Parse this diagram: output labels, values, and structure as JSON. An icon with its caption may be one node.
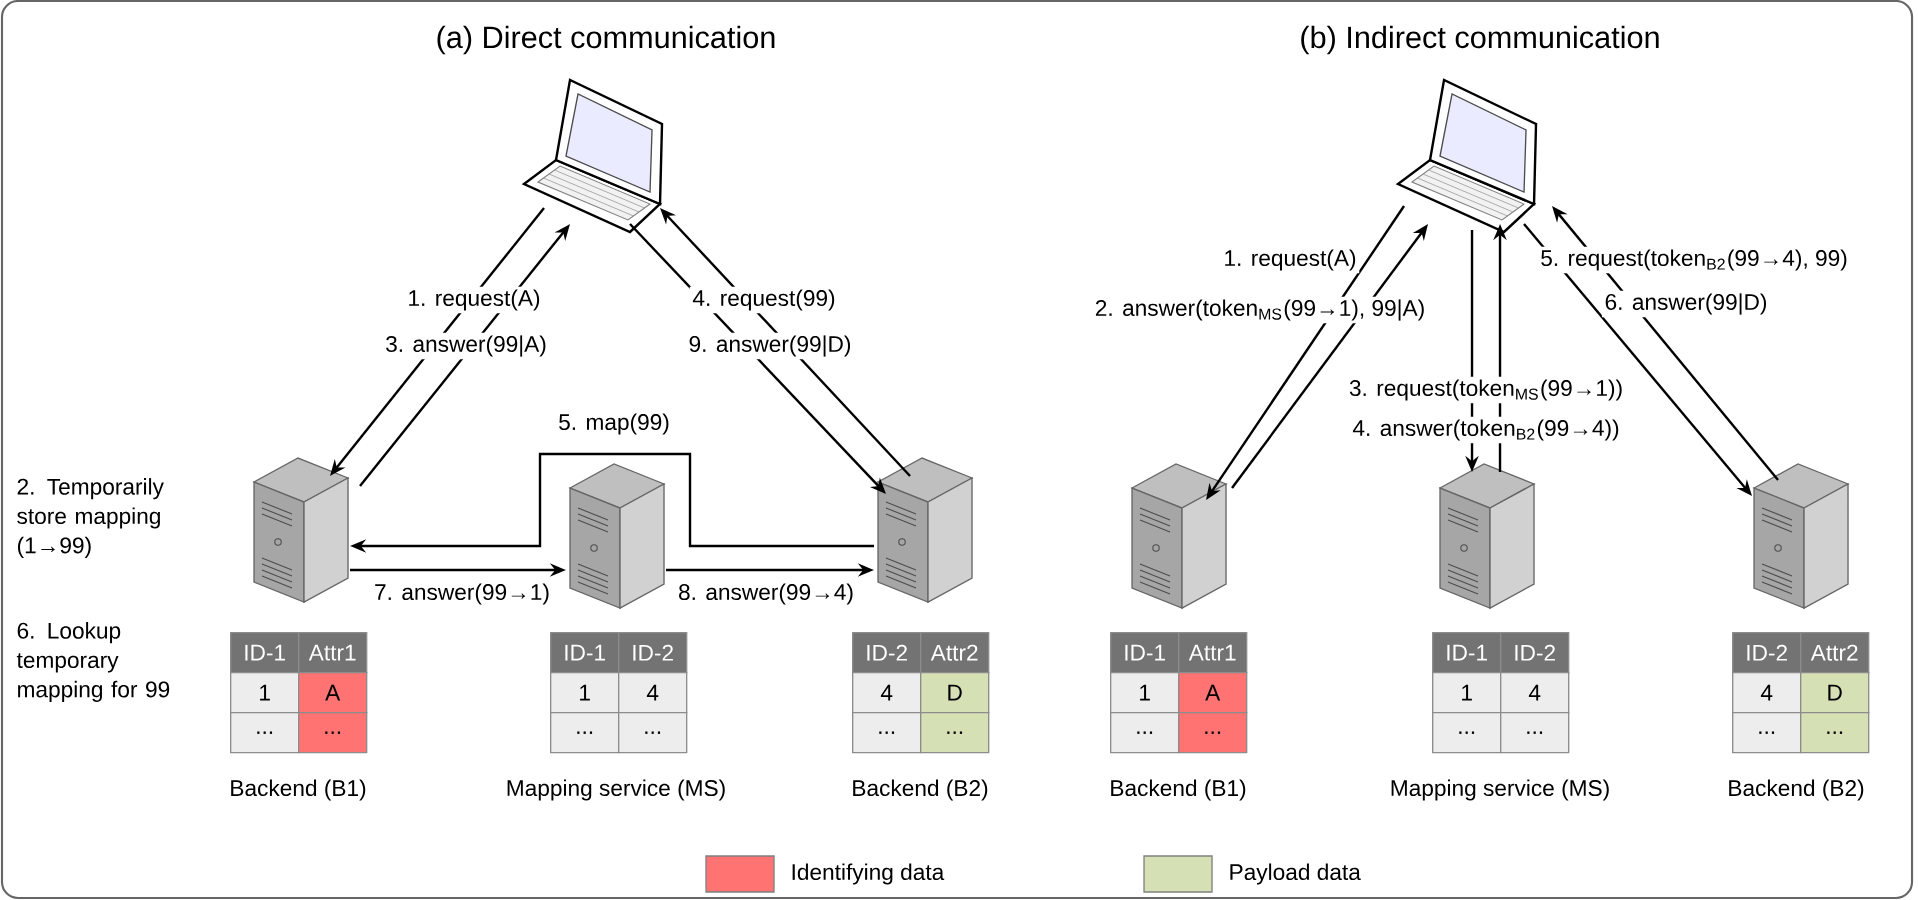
{
  "diagram": {
    "nodes": [
      {
        "text": [],
        "shape": "picture"
      },
      {
        "text": [],
        "shape": "picture"
      },
      {
        "text": [],
        "shape": "picture"
      },
      {
        "text": [],
        "shape": "picture"
      },
      {
        "text": [],
        "shape": "picture"
      },
      {
        "text": [],
        "shape": "picture"
      },
      {
        "text": [],
        "shape": "picture"
      },
      {
        "text": [],
        "shape": "picture"
      }
    ],
    "edges": [
      {
        "from": 0,
        "to": 1,
        "arrow": "to",
        "label": "1. request(A)"
      },
      {
        "from": 1,
        "to": 0,
        "arrow": "to",
        "label": "3. answer(99|A)"
      },
      {
        "from": 0,
        "to": 3,
        "arrow": "to",
        "label": "4. request(99)"
      },
      {
        "from": 3,
        "to": 0,
        "arrow": "to",
        "label": "9. answer(99|D)"
      },
      {
        "from": 3,
        "to": 1,
        "arrow": "to",
        "label": "5. map(99)"
      },
      {
        "from": 1,
        "to": 2,
        "arrow": "to",
        "label": "7. answer(99→1)"
      },
      {
        "from": 2,
        "to": 3,
        "arrow": "to",
        "label": "8. answer(99→4)"
      },
      {
        "from": 4,
        "to": 5,
        "arrow": "to",
        "label": "1. request(A)"
      },
      {
        "from": 5,
        "to": 4,
        "arrow": "to",
        "label": "2. answer(token$_{MS}$(99→1), 99|A)"
      },
      {
        "from": 4,
        "to": 6,
        "arrow": "to",
        "label": "3. request(token$_{MS}$(99→1))"
      },
      {
        "from": 6,
        "to": 4,
        "arrow": "to",
        "label": "4. answer(token$_{B2}$(99→4))"
      },
      {
        "from": 4,
        "to": 7,
        "arrow": "to",
        "label": "5. request(token$_{B2}$(99→4), 99)"
      },
      {
        "from": 7,
        "to": 4,
        "arrow": "to",
        "label": "6. answer(99|D)"
      }
    ],
    "labels": [
      "(a) Direct communication",
      "(b) Indirect communication",
      "2. Temporarily store mapping (1→99)",
      "6. Lookup temporary mapping for 99",
      "ID-1",
      "Attr1",
      "1",
      "A",
      "...",
      "...",
      "ID-1",
      "ID-2",
      "1",
      "4",
      "...",
      "...",
      "ID-2",
      "Attr2",
      "4",
      "D",
      "...",
      "...",
      "ID-1",
      "Attr1",
      "1",
      "A",
      "...",
      "...",
      "ID-1",
      "ID-2",
      "1",
      "4",
      "...",
      "...",
      "ID-2",
      "Attr2",
      "4",
      "D",
      "...",
      "...",
      "Backend (B1)",
      "Mapping service (MS)",
      "Backend (B2)",
      "Backend (B1)",
      "Mapping service (MS)",
      "Backend (B2)"
    ],
    "legend": [
      {
        "text": "Identifying data",
        "color": "#ff7373"
      },
      {
        "text": "Payload data",
        "color": "#d6e0b5"
      }
    ]
  }
}
